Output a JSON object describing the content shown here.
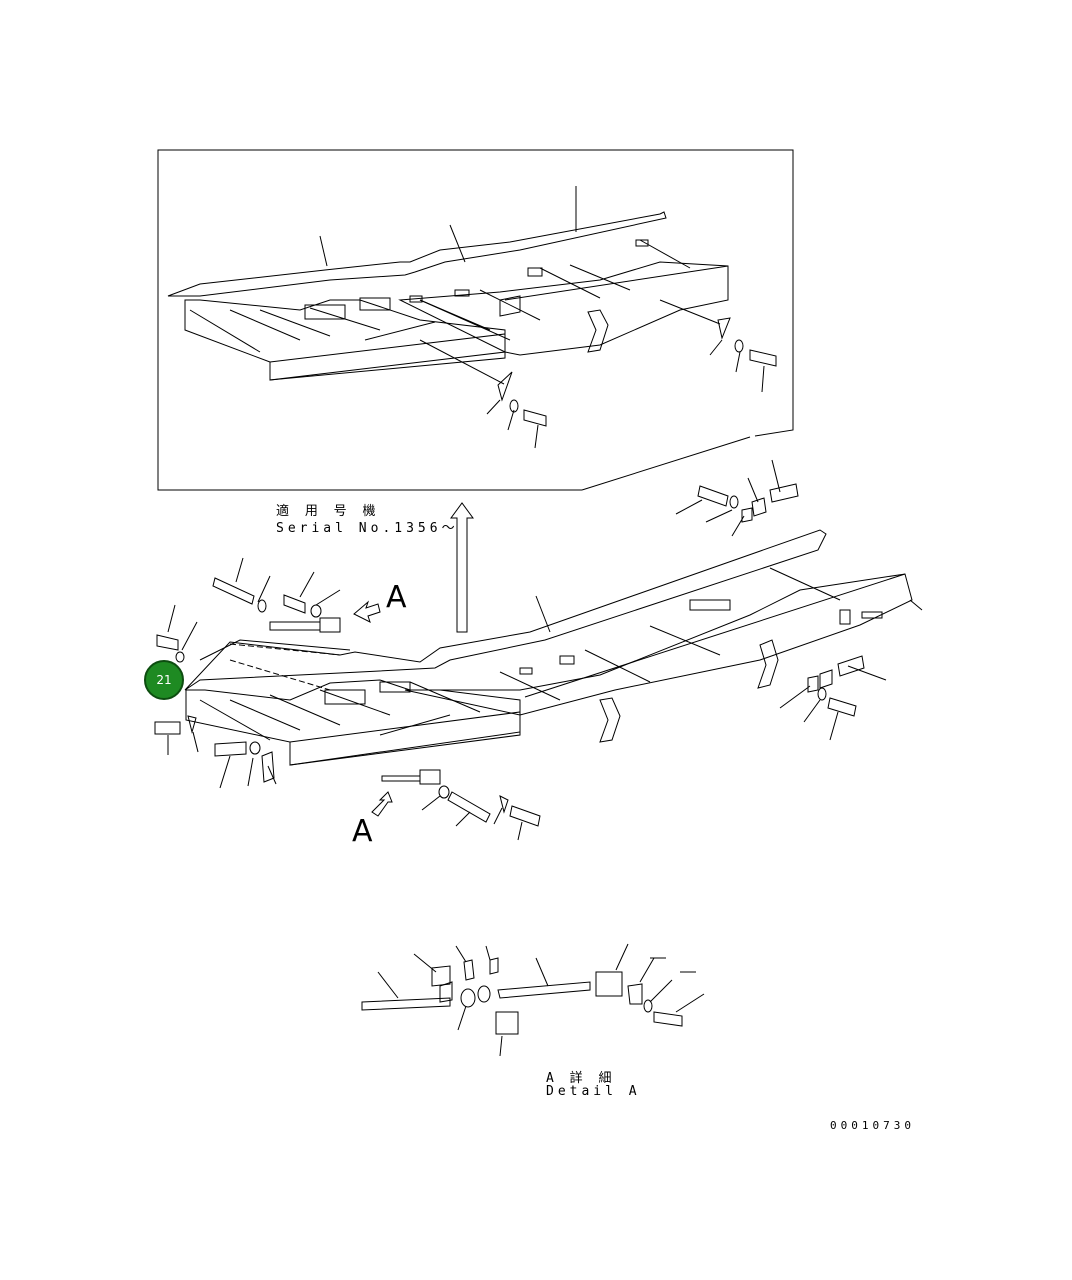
{
  "inset": {
    "applicable_line1": "適 用 号 機",
    "applicable_line2": "Serial No.1356〜"
  },
  "view_marks": {
    "upper": "A",
    "lower": "A"
  },
  "callout": {
    "number": "21",
    "color": "#1e8a22"
  },
  "detail": {
    "title_jp": "A 詳 細",
    "title_en": "Detail A"
  },
  "drawing_number": "00010730",
  "icons": [
    "view-arrow-icon",
    "view-arrow-icon",
    "up-arrow-icon",
    "callout-circle-icon"
  ]
}
